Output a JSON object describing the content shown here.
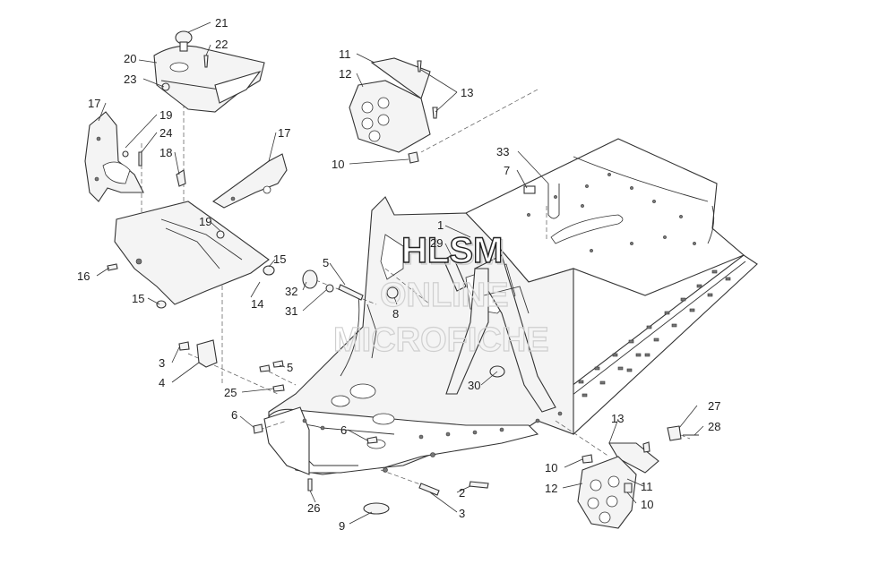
{
  "watermark": {
    "line1": "HLSM",
    "line2": "ONLINE",
    "line3": "MICROFICHE"
  },
  "callouts": [
    "21",
    "22",
    "20",
    "23",
    "17",
    "19",
    "24",
    "18",
    "17",
    "19",
    "16",
    "15",
    "15",
    "14",
    "11",
    "12",
    "13",
    "10",
    "33",
    "7",
    "1",
    "29",
    "5",
    "32",
    "31",
    "8",
    "3",
    "4",
    "5",
    "25",
    "6",
    "30",
    "6",
    "26",
    "9",
    "2",
    "3",
    "13",
    "10",
    "12",
    "11",
    "10",
    "27",
    "28"
  ]
}
